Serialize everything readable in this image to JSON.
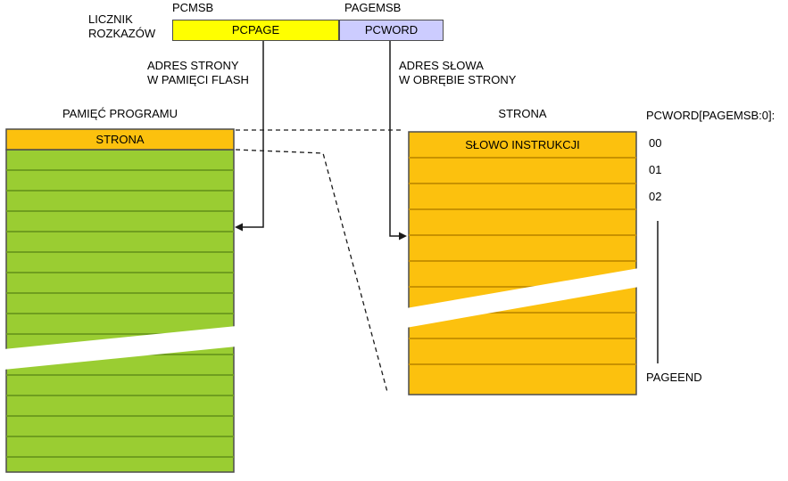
{
  "register": {
    "pcmsb": "PCMSB",
    "pagemsb": "PAGEMSB",
    "name_line1": "LICZNIK",
    "name_line2": "ROZKAZÓW",
    "pcpage": "PCPAGE",
    "pcword": "PCWORD"
  },
  "annotations": {
    "page_addr_line1": "ADRES STRONY",
    "page_addr_line2": "W PAMIĘCI FLASH",
    "word_addr_line1": "ADRES SŁOWA",
    "word_addr_line2": "W OBRĘBIE STRONY"
  },
  "program_memory": {
    "title": "PAMIĘĆ PROGRAMU",
    "page_row": "STRONA"
  },
  "page": {
    "title": "STRONA",
    "instruction_row": "SŁOWO INSTRUKCJI"
  },
  "word_index": {
    "title": "PCWORD[PAGEMSB:0]:",
    "indices": [
      "00",
      "01",
      "02"
    ],
    "end": "PAGEEND"
  },
  "colors": {
    "pcpage_fill": "#ffff00",
    "pcword_fill": "#ccccff",
    "page_fill": "#fcc10e",
    "page_line": "#c89200",
    "memory_fill": "#9acd32",
    "memory_line": "#6f9e1f",
    "outline": "#4d4d4d",
    "connector": "#1a1a1a",
    "background": "#ffffff",
    "text": "#000000"
  }
}
